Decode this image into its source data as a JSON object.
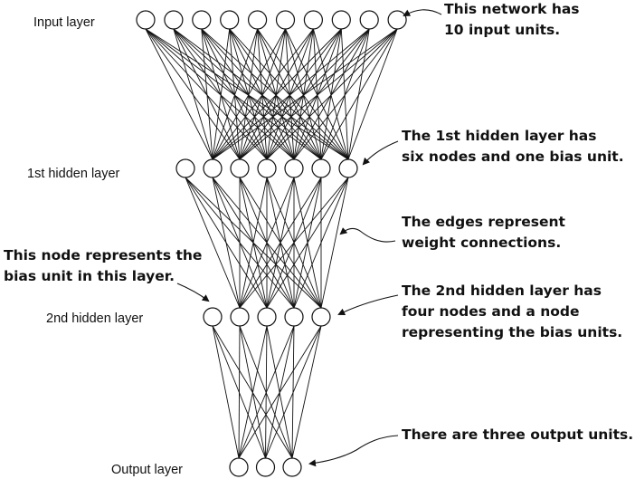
{
  "layers": [
    {
      "label": "Input layer",
      "nodes": 10,
      "bias": false
    },
    {
      "label": "1st hidden layer",
      "nodes": 6,
      "bias": true
    },
    {
      "label": "2nd hidden layer",
      "nodes": 4,
      "bias": true
    },
    {
      "label": "Output layer",
      "nodes": 3,
      "bias": false
    }
  ],
  "annotations": {
    "input": [
      "This network has",
      "10 input units."
    ],
    "hidden1": [
      "The 1st hidden layer has",
      "six nodes and one bias unit."
    ],
    "edges": [
      "The edges represent",
      "weight connections."
    ],
    "bias": [
      "This node represents the",
      "bias unit in this layer."
    ],
    "hidden2": [
      "The 2nd hidden layer has",
      "four nodes and a node",
      "representing the bias units."
    ],
    "output": [
      "There are three output units."
    ]
  }
}
